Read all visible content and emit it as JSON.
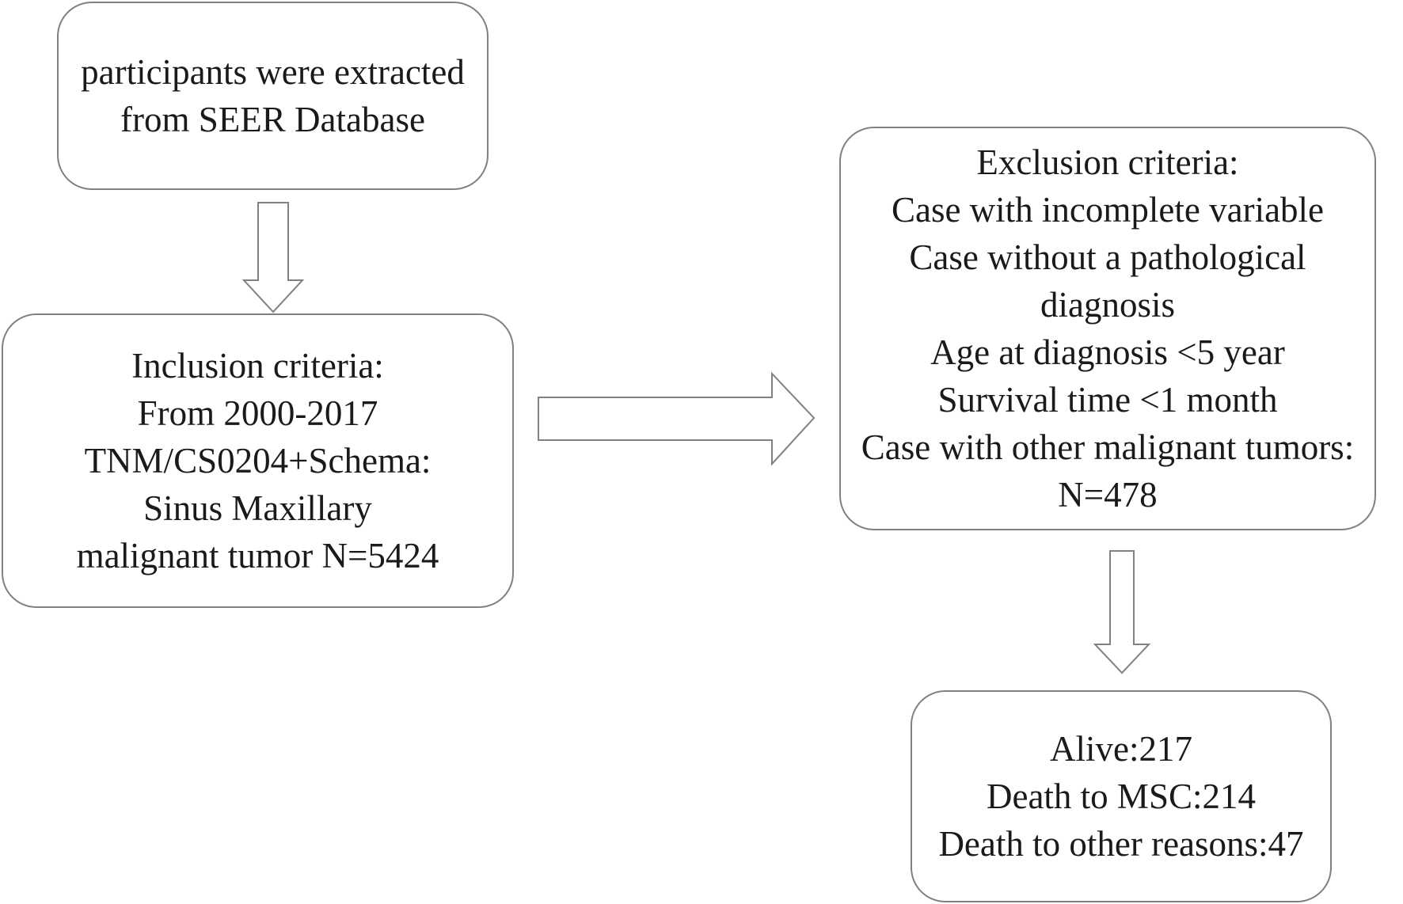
{
  "colors": {
    "box_border": "#808080",
    "arrow_stroke": "#808080",
    "text": "#1a1a1a",
    "background": "#ffffff"
  },
  "boxes": {
    "source": {
      "lines": [
        "participants were extracted",
        "from SEER Database"
      ]
    },
    "inclusion": {
      "lines": [
        "Inclusion criteria:",
        "From 2000-2017",
        "TNM/CS0204+Schema:",
        "Sinus Maxillary",
        "malignant tumor N=5424"
      ]
    },
    "exclusion": {
      "lines": [
        "Exclusion criteria:",
        "Case with incomplete variable",
        "Case without a pathological",
        "diagnosis",
        "Age at diagnosis <5 year",
        "Survival time <1 month",
        "Case with other malignant tumors:",
        "N=478"
      ]
    },
    "outcome": {
      "lines": [
        "Alive:217",
        "Death to MSC:214",
        "Death to other reasons:47"
      ]
    }
  },
  "arrows": [
    {
      "name": "arrow-source-to-inclusion",
      "direction": "down"
    },
    {
      "name": "arrow-inclusion-to-exclusion",
      "direction": "right"
    },
    {
      "name": "arrow-exclusion-to-outcome",
      "direction": "down"
    }
  ]
}
